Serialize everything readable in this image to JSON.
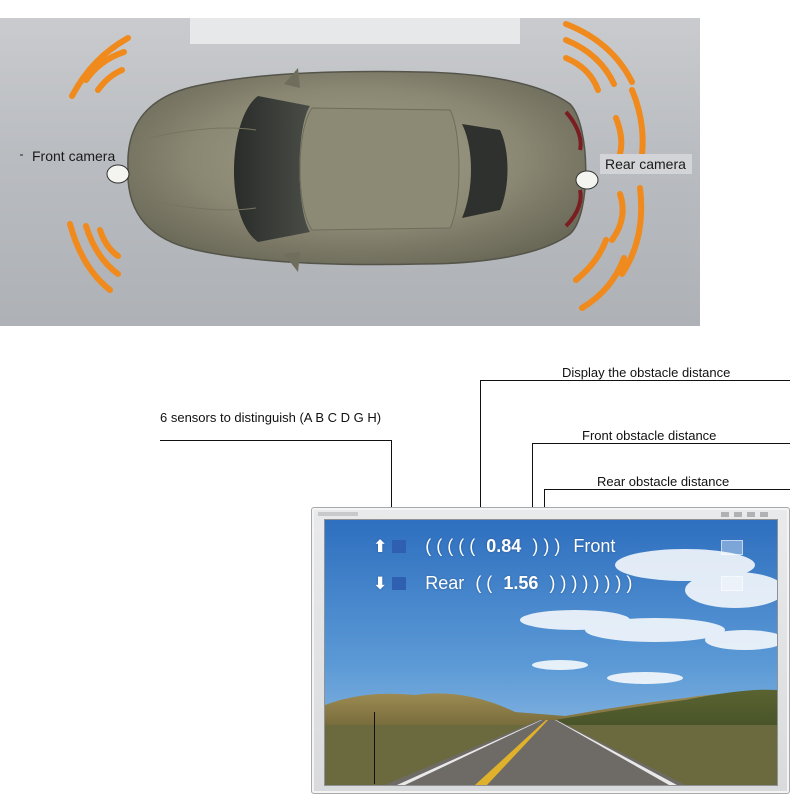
{
  "illustration": {
    "front_camera_label": "Front camera",
    "rear_camera_label": "Rear camera",
    "colors": {
      "signal": "#f08a1c",
      "car_body": "#8c8a76",
      "background": "#bfc1c4"
    }
  },
  "callouts": {
    "sensors": "6 sensors to distinguish (A B C D G H)",
    "display_distance": "Display the obstacle distance",
    "front_distance": "Front obstacle distance",
    "rear_distance": "Rear obstacle distance"
  },
  "monitor": {
    "front_row": {
      "icon": "arrow-up-icon",
      "arcs_left": "( ( ( ( (",
      "value": "0.84",
      "arcs_right": ") ) )",
      "label": "Front"
    },
    "rear_row": {
      "icon": "arrow-down-icon",
      "label": "Rear",
      "arcs_left": "( (",
      "value": "1.56",
      "arcs_right": ") ) ) ) ) ) ) )"
    },
    "colors": {
      "sensor_box": "#2f5fb1",
      "sky": "#4a8fd1",
      "road": "#6d6a66"
    }
  }
}
